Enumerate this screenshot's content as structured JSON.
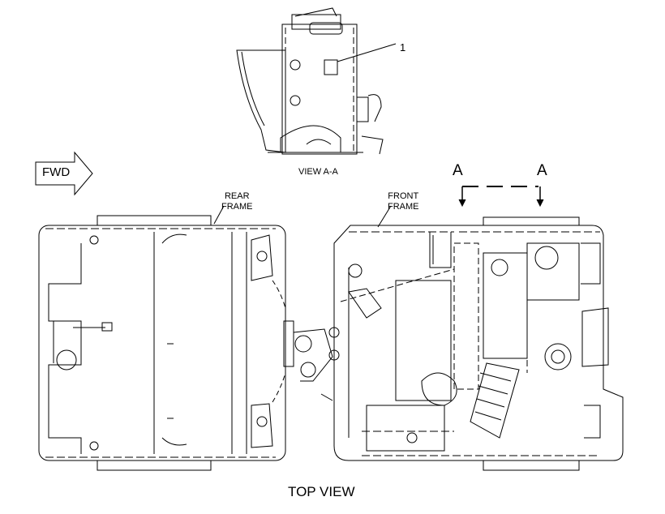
{
  "labels": {
    "view_aa": "VIEW A-A",
    "rear_frame": "REAR\nFRAME",
    "front_frame": "FRONT\nFRAME",
    "top_view": "TOP VIEW",
    "fwd": "FWD",
    "callout_1": "1",
    "section_a_left": "A",
    "section_a_right": "A"
  }
}
